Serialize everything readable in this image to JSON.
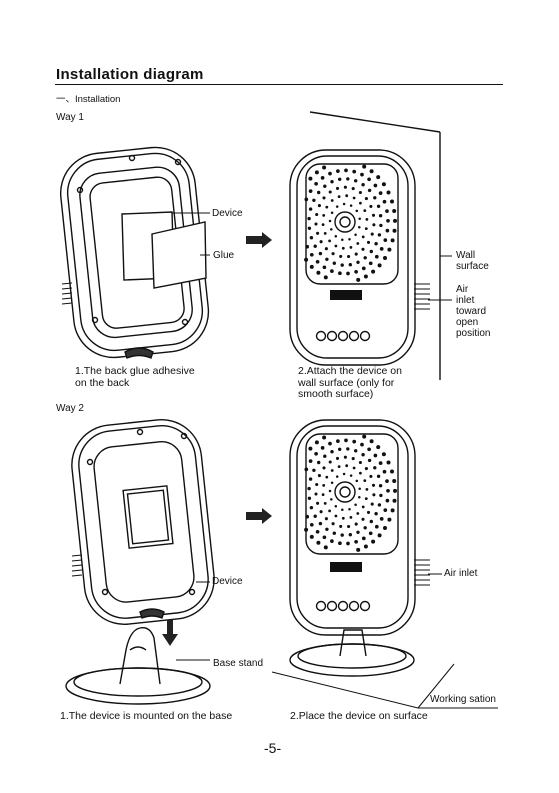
{
  "heading": "Installation diagram",
  "section": "一、Installation",
  "way1": {
    "label": "Way 1",
    "device_label": "Device",
    "glue_label": "Glue",
    "wall_label": "Wall\nsurface",
    "air_inlet_label": "Air\ninlet\ntoward\nopen\nposition",
    "caption1": "1.The back glue adhesive\non the back",
    "caption2": "2.Attach the device on\nwall surface (only for\nsmooth surface)"
  },
  "way2": {
    "label": "Way 2",
    "device_label": "Device",
    "base_label": "Base stand",
    "air_inlet_label": "Air inlet",
    "working_label": "Working sation",
    "caption1": "1.The device is mounted on the base",
    "caption2": "2.Place the device on surface"
  },
  "page_number": "-5-"
}
